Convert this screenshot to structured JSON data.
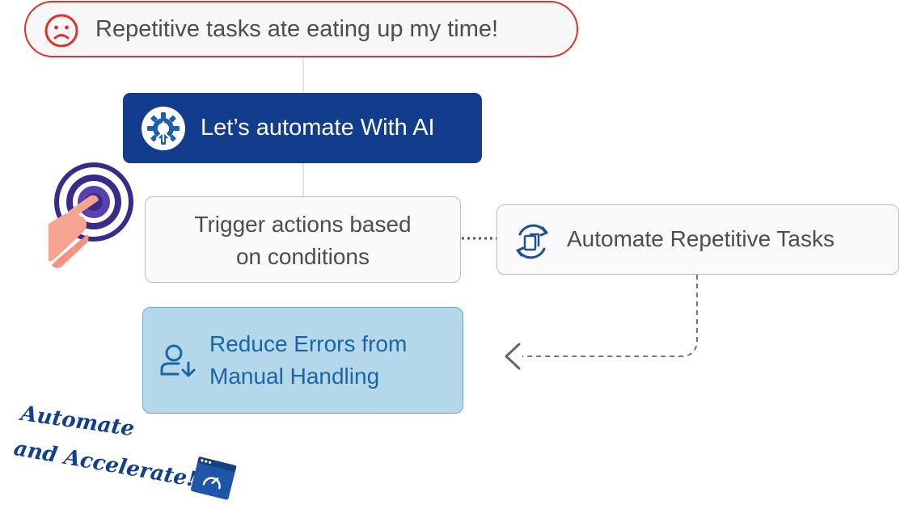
{
  "problem": {
    "text": "Repetitive tasks ate eating up my time!",
    "icon": "sad-face-icon"
  },
  "ai_header": {
    "text": "Let’s automate With AI",
    "icon": "ai-gear-icon"
  },
  "nodes": {
    "trigger": {
      "line1": "Trigger actions based",
      "line2": "on conditions"
    },
    "automate": {
      "text": "Automate Repetitive Tasks",
      "icon": "document-sync-icon"
    },
    "reduce": {
      "line1": "Reduce Errors from",
      "line2": "Manual Handling",
      "icon": "user-download-icon"
    }
  },
  "tagline": {
    "line1": "Automate",
    "line2": "and Accelerate!"
  },
  "colors": {
    "alert_red": "#e0312d",
    "navy": "#123c8c",
    "light_blue_fill": "#b5d7ea",
    "blue_text": "#1766a6",
    "gray_text": "#4d4d4d"
  }
}
